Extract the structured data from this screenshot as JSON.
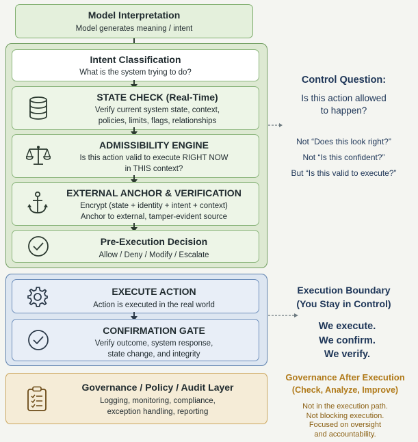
{
  "model": {
    "title": "Model Interpretation",
    "sub": "Model generates meaning / intent"
  },
  "intent": {
    "title": "Intent Classification",
    "sub": "What is the system trying to do?"
  },
  "state_check": {
    "title": "STATE CHECK (Real-Time)",
    "line1": "Verify current system state, context,",
    "line2": "policies, limits, flags, relationships"
  },
  "admissibility": {
    "title": "ADMISSIBILITY ENGINE",
    "line1": "Is this action valid to execute RIGHT NOW",
    "line2": "in THIS context?"
  },
  "anchor": {
    "title": "EXTERNAL ANCHOR & VERIFICATION",
    "line1": "Encrypt (state + identity + intent + context)",
    "line2": "Anchor to external, tamper-evident source"
  },
  "decision": {
    "title": "Pre-Execution Decision",
    "sub": "Allow / Deny / Modify / Escalate"
  },
  "execute": {
    "title": "EXECUTE ACTION",
    "sub": "Action is executed in the real world"
  },
  "confirm": {
    "title": "CONFIRMATION GATE",
    "line1": "Verify outcome, system response,",
    "line2": "state change, and integrity"
  },
  "governance": {
    "title": "Governance / Policy / Audit Layer",
    "line1": "Logging, monitoring, compliance,",
    "line2": "exception handling, reporting"
  },
  "control": {
    "heading": "Control Question:",
    "q1": "Is this action allowed",
    "q2": "to happen?",
    "n1": "Not “Does this look right?”",
    "n2": "Not “Is this confident?”",
    "n3": "But “Is this valid to execute?”"
  },
  "boundary": {
    "heading1": "Execution Boundary",
    "heading2": "(You Stay in Control)",
    "l1": "We execute.",
    "l2": "We confirm.",
    "l3": "We verify."
  },
  "gov_after": {
    "heading": "Governance After Execution",
    "sub": "(Check, Analyze, Improve)",
    "l1": "Not in the execution path.",
    "l2": "Not blocking execution.",
    "l3": "Focused on oversight",
    "l4": "and accountability."
  },
  "colors": {
    "green": "#6f9c5e",
    "blue": "#5a7eac",
    "navy": "#1d3557",
    "gold": "#b07a1a"
  },
  "icons": [
    "database-icon",
    "scales-icon",
    "anchor-icon",
    "check-circle-icon",
    "gear-icon",
    "check-circle-icon",
    "clipboard-icon"
  ]
}
